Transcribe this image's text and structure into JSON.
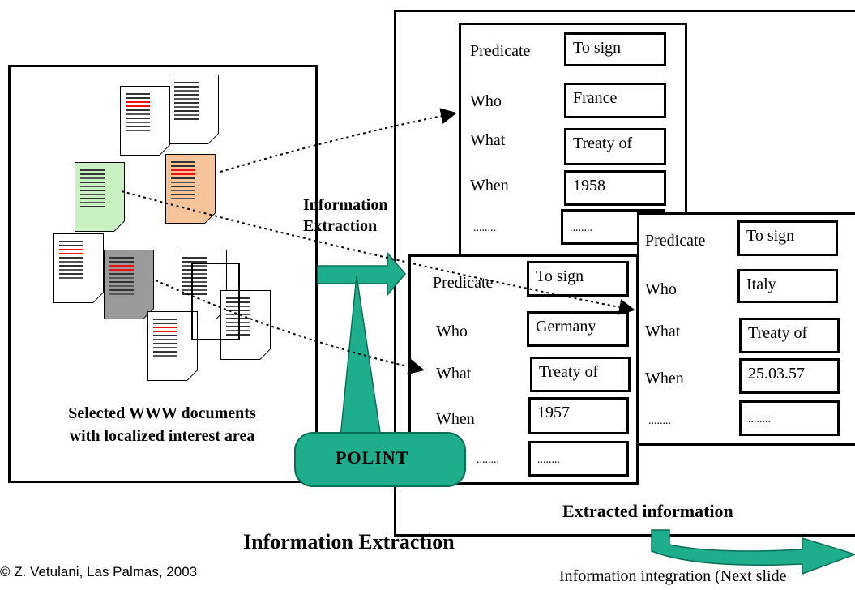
{
  "arrow_label": "Information\nExtraction",
  "documents_caption": "Selected WWW documents\nwith localized interest area",
  "polint_label": "POLINT",
  "extracted_caption": "Extracted information",
  "diagram_title": "Information Extraction",
  "copyright": "© Z. Vetulani, Las Palmas, 2003",
  "next_note": "Information integration (Next slide",
  "colors": {
    "teal": "#1fae8c",
    "orange": "#f5c49a",
    "green": "#c8f0c0",
    "gray": "#9a9a9a"
  },
  "frames": [
    {
      "rows": [
        {
          "label": "Predicate",
          "value": "To sign"
        },
        {
          "label": "Who",
          "value": "France"
        },
        {
          "label": "What",
          "value": "Treaty of"
        },
        {
          "label": "When",
          "value": "1958"
        },
        {
          "label": "........",
          "value": "........"
        }
      ]
    },
    {
      "rows": [
        {
          "label": "Predicate",
          "value": "To sign"
        },
        {
          "label": "Who",
          "value": "Italy"
        },
        {
          "label": "What",
          "value": "Treaty of"
        },
        {
          "label": "When",
          "value": "25.03.57"
        },
        {
          "label": "........",
          "value": "........"
        }
      ]
    },
    {
      "rows": [
        {
          "label": "Predicate",
          "value": "To sign"
        },
        {
          "label": "Who",
          "value": "Germany"
        },
        {
          "label": "What",
          "value": "Treaty of"
        },
        {
          "label": "When",
          "value": "1957"
        },
        {
          "label": "........",
          "value": "........"
        }
      ]
    }
  ]
}
